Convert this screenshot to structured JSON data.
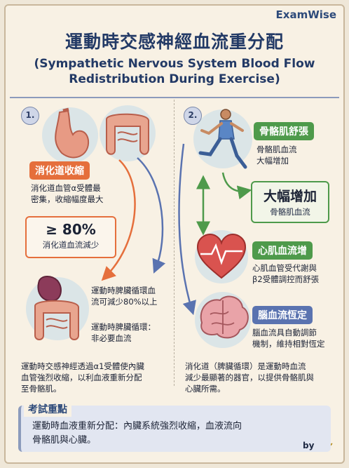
{
  "brand": "ExamWise",
  "title": {
    "zh": "運動時交感神經血流重分配",
    "en_line1": "(Sympathetic Nervous System Blood Flow",
    "en_line2": "Redistribution During Exercise)"
  },
  "left": {
    "number": "1.",
    "tag": "消化道收縮",
    "desc_line1": "消化道血管α受體最",
    "desc_line2": "密集，收縮幅度最大",
    "box_big": "≥ 80%",
    "box_small": "消化道血流減少",
    "spleen_line1": "運動時脾臟循環血",
    "spleen_line2": "流可減少80%以上",
    "spleen2_line1": "運動時脾臟循環：",
    "spleen2_line2": "非必要血流",
    "bottom_line1": "運動時交感神經透過α1受體使內臟",
    "bottom_line2": "血管強烈收縮，以利血液重新分配",
    "bottom_line3": "至骨骼肌。"
  },
  "right": {
    "number": "2.",
    "tag1": "骨骼肌舒張",
    "tag1_line1": "骨骼肌血流",
    "tag1_line2": "大幅增加",
    "box_big": "大幅增加",
    "box_small": "骨骼肌血流",
    "tag2": "心肌血流增",
    "tag2_line1": "心肌血管受代謝與",
    "tag2_line2": "β2受體調控而舒張",
    "tag3": "腦血流恆定",
    "tag3_line1": "腦血流具自動調節",
    "tag3_line2": "機制，維持相對恆定",
    "bottom_line1": "消化道（脾臟循環）是運動時血流",
    "bottom_line2": "減少最顯著的器官，以提供骨骼肌與",
    "bottom_line3": "心臟所需。"
  },
  "exam": {
    "tab": "考試重點",
    "line1": "運動時血液重新分配：內臟系統強烈收縮，血液流向",
    "line2": "骨骼肌與心臟。"
  },
  "by": "by",
  "colors": {
    "orange": "#e56f3c",
    "green": "#4e9a4b",
    "blue": "#5a73b0",
    "navy": "#233a66"
  },
  "icons": [
    "stomach-icon",
    "intestine-icon",
    "spleen-icon",
    "runner-icon",
    "heart-icon",
    "brain-icon",
    "banana-icon"
  ]
}
